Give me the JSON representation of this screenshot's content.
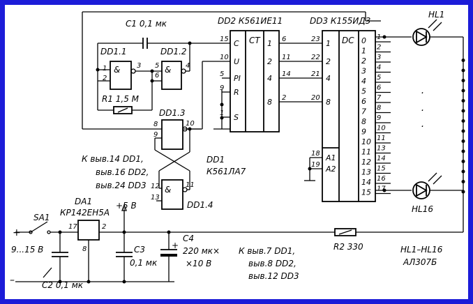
{
  "labels": {
    "c1": "С1 0,1 мк",
    "dd2": "DD2 К561ИЕ11",
    "dd3": "DD3 К155ИД3",
    "hl1": "HL1",
    "hl16": "HL16",
    "dd1_1": "DD1.1",
    "dd1_2": "DD1.2",
    "dd1_3": "DD1.3",
    "dd1_4": "DD1.4",
    "r1": "R1 1,5 М",
    "dd1": "DD1",
    "dd1_type": "К561ЛА7",
    "pins_power_1": "К выв.14 DD1,",
    "pins_power_2": "выв.16 DD2,",
    "pins_power_3": "выв.24 DD3",
    "pins_gnd_1": "К выв.7 DD1,",
    "pins_gnd_2": "выв.8 DD2,",
    "pins_gnd_3": "выв.12 DD3",
    "da1": "DA1",
    "da1_type": "КР142ЕН5А",
    "plus5": "+5 В",
    "sa1": "SA1",
    "vin": "9...15 В",
    "c2": "С2 0,1 мк",
    "c3a": "С3",
    "c3b": "0,1 мк",
    "c4a": "С4",
    "c4b": "220 мк×",
    "c4c": "×10 В",
    "r2": "R2 330",
    "hlrange": "HL1–HL16",
    "hltype": "АЛ307Б",
    "plus": "+",
    "minus": "–",
    "ct": "CT",
    "dc": "DC",
    "amp": "&"
  },
  "dd2_pins_left": [
    "15",
    "10",
    "5",
    "9",
    "1"
  ],
  "dd2_pin_names_left": [
    "C",
    "U",
    "PI",
    "R",
    "S"
  ],
  "dd2_pins_right": [
    "6",
    "11",
    "14",
    "2"
  ],
  "dd2_pin_names_right": [
    "1",
    "2",
    "4",
    "8"
  ],
  "dd3_pins_left": [
    "23",
    "22",
    "21",
    "20",
    "18",
    "19"
  ],
  "dd3_pin_names_left": [
    "1",
    "2",
    "4",
    "8",
    "A1",
    "A2"
  ],
  "dd3_out_names": [
    "0",
    "1",
    "2",
    "3",
    "4",
    "5",
    "6",
    "7",
    "8",
    "9",
    "10",
    "11",
    "12",
    "13",
    "14",
    "15"
  ],
  "dd3_out_pins": [
    "1",
    "2",
    "3",
    "4",
    "5",
    "6",
    "7",
    "8",
    "9",
    "10",
    "11",
    "13",
    "14",
    "15",
    "16",
    "17"
  ],
  "gate_pins": {
    "g1_in1": "1",
    "g1_in2": "2",
    "g1_out": "3",
    "g2_in1": "5",
    "g2_in2": "6",
    "g2_out": "4",
    "g3_in1": "8",
    "g3_in2": "9",
    "g3_out": "10",
    "g4_in1": "12",
    "g4_in2": "13",
    "g4_out": "11",
    "da1_in": "17",
    "da1_out": "2",
    "da1_gnd": "8"
  },
  "ellipsis": "·"
}
